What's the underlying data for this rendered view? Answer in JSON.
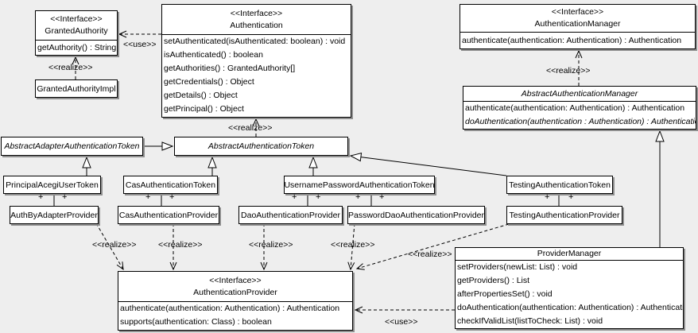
{
  "diagram": {
    "classes": {
      "granted_authority": {
        "stereotype": "<<Interface>>",
        "name": "GrantedAuthority",
        "methods": [
          "getAuthority() : String"
        ]
      },
      "granted_authority_impl": {
        "name": "GrantedAuthorityImpl"
      },
      "authentication": {
        "stereotype": "<<Interface>>",
        "name": "Authentication",
        "methods": [
          "setAuthenticated(isAuthenticated: boolean) : void",
          "isAuthenticated() : boolean",
          "getAuthorities() : GrantedAuthority[]",
          "getCredentials() : Object",
          "getDetails() : Object",
          "getPrincipal() : Object"
        ]
      },
      "authentication_manager": {
        "stereotype": "<<Interface>>",
        "name": "AuthenticationManager",
        "methods": [
          "authenticate(authentication: Authentication) : Authentication"
        ]
      },
      "abstract_authentication_manager": {
        "name": "AbstractAuthenticationManager",
        "methods": [
          "authenticate(authentication: Authentication) : Authentication",
          "doAuthentication(authentication : Authentication) : Authentication"
        ]
      },
      "abstract_adapter_authentication_token": {
        "name": "AbstractAdapterAuthenticationToken"
      },
      "abstract_authentication_token": {
        "name": "AbstractAuthenticationToken"
      },
      "principal_acegi_user_token": {
        "name": "PrincipalAcegiUserToken"
      },
      "cas_authentication_token": {
        "name": "CasAuthenticationToken"
      },
      "username_password_authentication_token": {
        "name": "UsernamePasswordAuthenticationToken"
      },
      "testing_authentication_token": {
        "name": "TestingAuthenticationToken"
      },
      "auth_by_adapter_provider": {
        "name": "AuthByAdapterProvider"
      },
      "cas_authentication_provider": {
        "name": "CasAuthenticationProvider"
      },
      "dao_authentication_provider": {
        "name": "DaoAuthenticationProvider"
      },
      "password_dao_authentication_provider": {
        "name": "PasswordDaoAuthenticationProvider"
      },
      "testing_authentication_provider": {
        "name": "TestingAuthenticationProvider"
      },
      "provider_manager": {
        "name": "ProviderManager",
        "methods": [
          "setProviders(newList: List) : void",
          "getProviders() : List",
          "afterPropertiesSet() : void",
          "doAuthentication(authentication: Authentication) : Authentication",
          "checkIfValidList(listToCheck: List) : void"
        ]
      },
      "authentication_provider": {
        "stereotype": "<<Interface>>",
        "name": "AuthenticationProvider",
        "methods": [
          "authenticate(authentication: Authentication) : Authentication",
          "supports(authentication: Class) : boolean"
        ]
      }
    },
    "edge_labels": {
      "use": "<<use>>",
      "realize": "<<realize>>",
      "plus": "+"
    },
    "colors": {
      "background": "#eeeeee",
      "box_fill": "#ffffff",
      "line": "#000000",
      "shadow": "#8f8f8f"
    }
  }
}
